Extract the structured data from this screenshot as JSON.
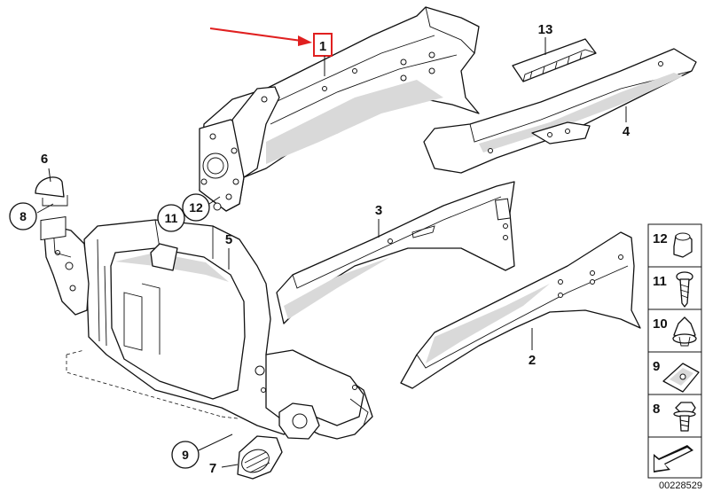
{
  "callouts": {
    "c1": "1",
    "c2": "2",
    "c3": "3",
    "c4": "4",
    "c5": "5",
    "c6": "6",
    "c7": "7",
    "c13": "13"
  },
  "circled": {
    "c8": "8",
    "c9": "9",
    "c11": "11",
    "c12": "12"
  },
  "legend": [
    {
      "num": "12",
      "icon": "rubber-buffer-icon"
    },
    {
      "num": "11",
      "icon": "screw-icon"
    },
    {
      "num": "10",
      "icon": "expanding-rivet-icon"
    },
    {
      "num": "9",
      "icon": "clip-nut-icon"
    },
    {
      "num": "8",
      "icon": "hex-bolt-icon"
    }
  ],
  "doc_id": "00228529",
  "highlight_color": "#e02020"
}
